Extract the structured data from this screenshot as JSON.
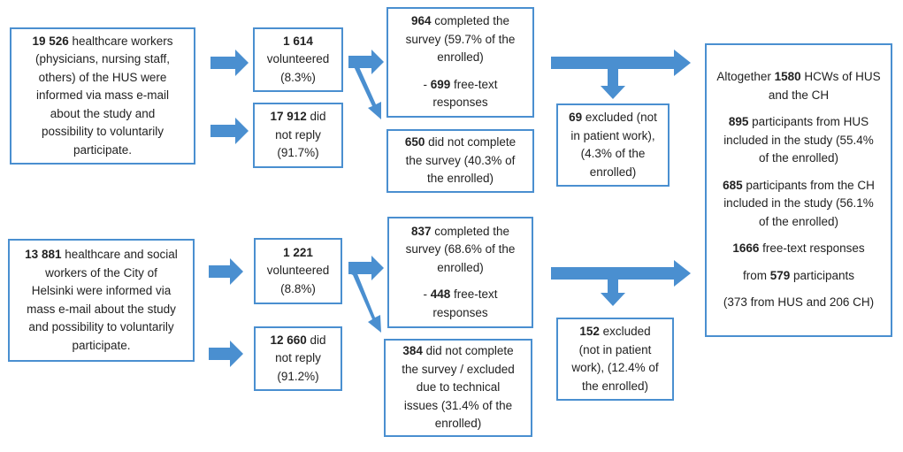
{
  "colors": {
    "arrow": "#4a8fd0",
    "border": "#4a8fd0"
  },
  "hus_source": {
    "lines": [
      {
        "b": "19 526",
        "t": " healthcare workers"
      },
      {
        "b": "",
        "t": "(physicians, nursing staff,"
      },
      {
        "b": "",
        "t": "others) of the HUS were"
      },
      {
        "b": "",
        "t": "informed via mass e-mail"
      },
      {
        "b": "",
        "t": "about the study and"
      },
      {
        "b": "",
        "t": "possibility to voluntarily"
      },
      {
        "b": "",
        "t": "participate."
      }
    ]
  },
  "hus_volunteered": {
    "lines": [
      {
        "b": "1 614",
        "t": ""
      },
      {
        "b": "",
        "t": "volunteered"
      },
      {
        "b": "",
        "t": "(8.3%)"
      }
    ]
  },
  "hus_noreply": {
    "lines": [
      {
        "b": "17 912",
        "t": " did"
      },
      {
        "b": "",
        "t": "not reply"
      },
      {
        "b": "",
        "t": "(91.7%)"
      }
    ]
  },
  "hus_completed": {
    "lines": [
      {
        "b": "964",
        "t": " completed the"
      },
      {
        "b": "",
        "t": "survey (59.7% of the"
      },
      {
        "b": "",
        "t": "enrolled)"
      },
      {
        "gap": true
      },
      {
        "b": "",
        "t": "- ",
        "b2": "699",
        "t2": " free-text"
      },
      {
        "b": "",
        "t": "responses"
      }
    ]
  },
  "hus_not_completed": {
    "lines": [
      {
        "b": "650",
        "t": " did not complete"
      },
      {
        "b": "",
        "t": "the survey (40.3% of"
      },
      {
        "b": "",
        "t": "the enrolled)"
      }
    ]
  },
  "hus_excluded": {
    "lines": [
      {
        "b": "69",
        "t": " excluded (not"
      },
      {
        "b": "",
        "t": "in patient work),"
      },
      {
        "b": "",
        "t": "(4.3% of the"
      },
      {
        "b": "",
        "t": "enrolled)"
      }
    ]
  },
  "ch_source": {
    "lines": [
      {
        "b": "13 881",
        "t": " healthcare and social"
      },
      {
        "b": "",
        "t": "workers of the City of"
      },
      {
        "b": "",
        "t": "Helsinki were informed via"
      },
      {
        "b": "",
        "t": "mass e-mail about the study"
      },
      {
        "b": "",
        "t": "and possibility to voluntarily"
      },
      {
        "b": "",
        "t": "participate."
      }
    ]
  },
  "ch_volunteered": {
    "lines": [
      {
        "b": "1 221",
        "t": ""
      },
      {
        "b": "",
        "t": "volunteered"
      },
      {
        "b": "",
        "t": "(8.8%)"
      }
    ]
  },
  "ch_noreply": {
    "lines": [
      {
        "b": "12 660",
        "t": " did"
      },
      {
        "b": "",
        "t": "not reply"
      },
      {
        "b": "",
        "t": "(91.2%)"
      }
    ]
  },
  "ch_completed": {
    "lines": [
      {
        "b": "837",
        "t": " completed the"
      },
      {
        "b": "",
        "t": "survey (68.6% of the"
      },
      {
        "b": "",
        "t": "enrolled)"
      },
      {
        "gap": true
      },
      {
        "b": "",
        "t": "- ",
        "b2": "448",
        "t2": " free-text"
      },
      {
        "b": "",
        "t": "responses"
      }
    ]
  },
  "ch_not_completed": {
    "lines": [
      {
        "b": "384",
        "t": " did not complete"
      },
      {
        "b": "",
        "t": "the survey / excluded"
      },
      {
        "b": "",
        "t": "due to technical"
      },
      {
        "b": "",
        "t": "issues (31.4% of the"
      },
      {
        "b": "",
        "t": "enrolled)"
      }
    ]
  },
  "ch_excluded": {
    "lines": [
      {
        "b": "152",
        "t": " excluded"
      },
      {
        "b": "",
        "t": "(not in patient"
      },
      {
        "b": "",
        "t": "work), (12.4% of"
      },
      {
        "b": "",
        "t": "the enrolled)"
      }
    ]
  },
  "summary": {
    "lines": [
      {
        "b": "",
        "t": "Altogether ",
        "b2": "1580",
        "t2": " HCWs of HUS"
      },
      {
        "b": "",
        "t": "and the CH"
      },
      {
        "gap": true
      },
      {
        "b": "895",
        "t": " participants from HUS"
      },
      {
        "b": "",
        "t": "included in the study (55.4%"
      },
      {
        "b": "",
        "t": "of the enrolled)"
      },
      {
        "gap": true
      },
      {
        "b": "685",
        "t": " participants from the CH"
      },
      {
        "b": "",
        "t": "included in the study (56.1%"
      },
      {
        "b": "",
        "t": "of the enrolled)"
      },
      {
        "gap": true
      },
      {
        "b": "1666",
        "t": " free-text responses"
      },
      {
        "gap": true
      },
      {
        "b": "",
        "t": "from ",
        "b2": "579",
        "t2": " participants"
      },
      {
        "gap": true
      },
      {
        "b": "",
        "t": "(373 from HUS and 206 CH)"
      }
    ]
  }
}
